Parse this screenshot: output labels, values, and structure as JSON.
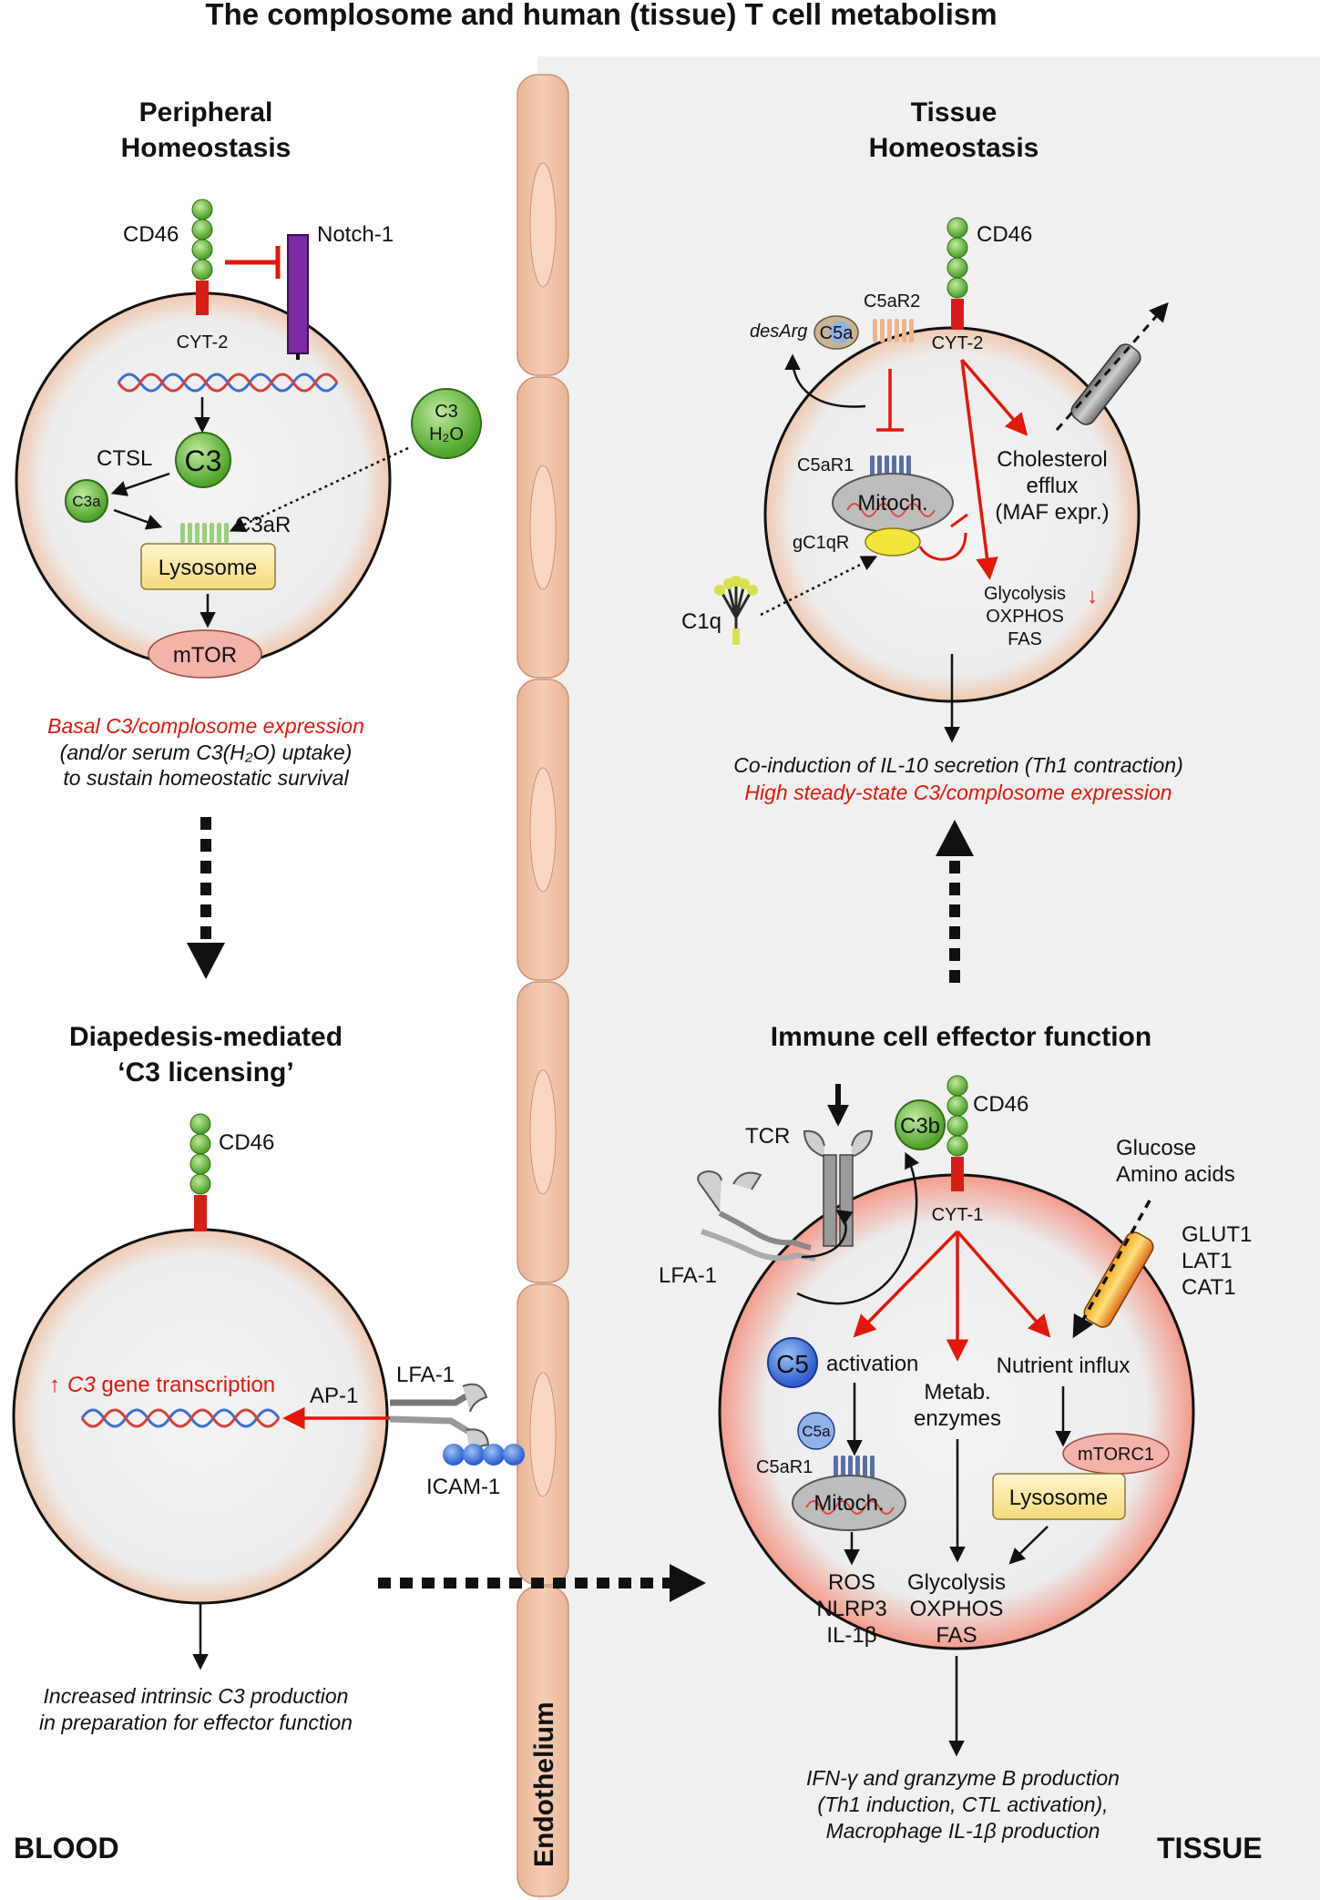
{
  "title": "The complosome and human (tissue) T cell metabolism",
  "regions": {
    "blood": "BLOOD",
    "tissue": "TISSUE",
    "endothelium": "Endothelium"
  },
  "panel_peripheral": {
    "heading_line1": "Peripheral",
    "heading_line2": "Homeostasis",
    "cd46": "CD46",
    "notch": "Notch-1",
    "cyt2": "CYT-2",
    "c3": "C3",
    "ctsl": "CTSL",
    "c3a": "C3a",
    "c3h2o_c3": "C3",
    "c3h2o_h2o": "H₂O",
    "c3ar": "C3aR",
    "lysosome": "Lysosome",
    "mtor": "mTOR",
    "caption_line1": "Basal C3/complosome expression",
    "caption_line2": "(and/or serum C3(H₂O) uptake)",
    "caption_line3": "to sustain homeostatic survival"
  },
  "panel_diapedesis": {
    "heading_line1": "Diapedesis-mediated",
    "heading_line2": "‘C3 licensing’",
    "cd46": "CD46",
    "arrow_up": "↑",
    "c3_italic": "C3",
    "gene_transcription": " gene transcription",
    "ap1": "AP-1",
    "lfa1": "LFA-1",
    "icam1": "ICAM-1",
    "caption_line1": "Increased intrinsic C3 production",
    "caption_line2": "in preparation for effector function"
  },
  "panel_tissue": {
    "heading_line1": "Tissue",
    "heading_line2": "Homeostasis",
    "cd46": "CD46",
    "c5ar2": "C5aR2",
    "desarg": "desArg",
    "c5a": "C5a",
    "cyt2": "CYT-2",
    "c5ar1": "C5aR1",
    "mitoch": "Mitoch.",
    "gc1qr": "gC1qR",
    "c1q": "C1q",
    "cholesterol_line1": "Cholesterol",
    "cholesterol_line2": "efflux",
    "cholesterol_line3": "(MAF expr.)",
    "glycolysis": "Glycolysis",
    "down_arrow": "↓",
    "oxphos": "OXPHOS",
    "fas": "FAS",
    "caption_line1": "Co-induction of IL-10 secretion (Th1 contraction)",
    "caption_line2": "High steady-state C3/complosome expression"
  },
  "panel_effector": {
    "heading": "Immune cell effector function",
    "cd46": "CD46",
    "c3b": "C3b",
    "tcr": "TCR",
    "lfa1": "LFA-1",
    "cyt1": "CYT-1",
    "glucose": "Glucose",
    "amino_acids": "Amino acids",
    "glut1": "GLUT1",
    "lat1": "LAT1",
    "cat1": "CAT1",
    "c5": "C5",
    "activation": "activation",
    "metab_line1": "Metab.",
    "metab_line2": "enzymes",
    "nutrient_influx": "Nutrient influx",
    "c5a": "C5a",
    "c5ar1": "C5aR1",
    "mitoch": "Mitoch.",
    "mtorc1": "mTORC1",
    "lysosome": "Lysosome",
    "ros": "ROS",
    "nlrp3": "NLRP3",
    "il1b": "IL-1β",
    "glycolysis": "Glycolysis",
    "oxphos": "OXPHOS",
    "fas": "FAS",
    "caption_line1": "IFN-γ and granzyme B production",
    "caption_line2": "(Th1 induction, CTL activation),",
    "caption_line3": "Macrophage IL-1β production"
  },
  "colors": {
    "red": "#e3170a",
    "green_bead": "#6cbf3a",
    "endothelium": "#f2c4a6",
    "tissue_bg": "#f0f0f0",
    "cell_grey": "#ececec"
  }
}
